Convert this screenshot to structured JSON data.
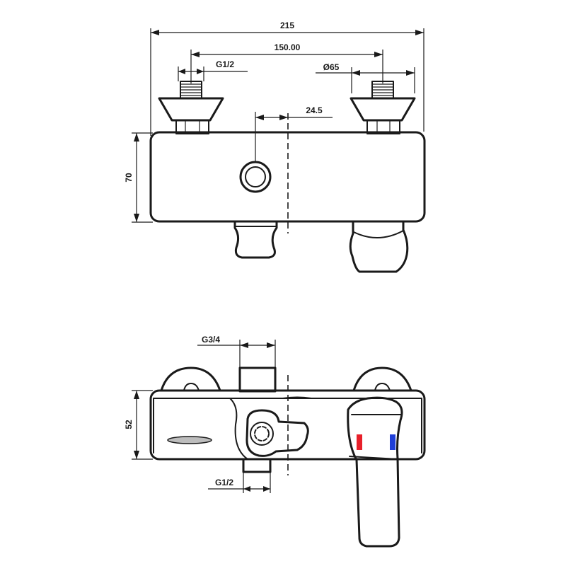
{
  "dimensions": {
    "overall_width": "215",
    "inlet_spacing": "150.00",
    "inlet_thread": "G1/2",
    "escutcheon_diameter": "Ø65",
    "center_offset": "24.5",
    "body_height_top": "70",
    "outlet_thread": "G3/4",
    "body_height_front": "52",
    "lower_thread": "G1/2"
  },
  "colors": {
    "hot": "#e8202a",
    "cold": "#1f3fd8"
  }
}
